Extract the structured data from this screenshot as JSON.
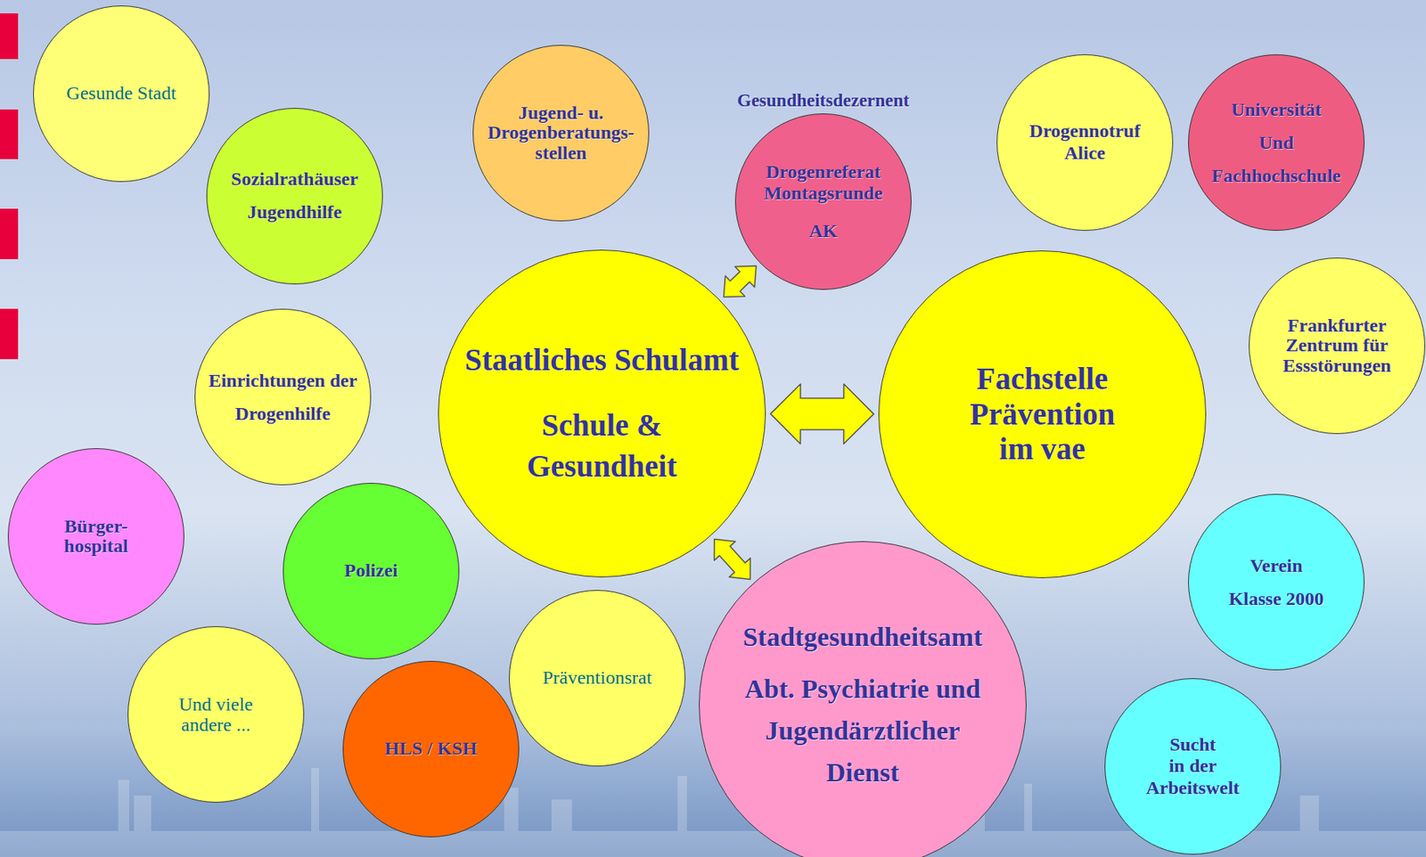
{
  "diagram": {
    "nodes": [
      {
        "text": [
          "Gesunde Stadt"
        ]
      },
      {
        "text": [
          "Jugend- u. Drogenberatungs- stellen"
        ]
      },
      {
        "text": [
          "Gesundheitsdezernent",
          "Drogenreferat Montagsrunde",
          "AK"
        ]
      },
      {
        "text": [
          "Drogennotruf Alice"
        ]
      },
      {
        "text": [
          "Universität Und Fachhochschule"
        ]
      },
      {
        "text": [
          "Sozialrathäuser",
          "Jugendhilfe"
        ]
      },
      {
        "text": [
          "Frankfurter Zentrum für Essstörungen"
        ]
      },
      {
        "text": [
          "Einrichtungen der Drogenhilfe"
        ]
      },
      {
        "text": [
          "Staatliches Schulamt",
          "Schule & Gesundheit"
        ]
      },
      {
        "text": [
          "Fachstelle Prävention im vae"
        ]
      },
      {
        "text": [
          "Bürger- hospital"
        ]
      },
      {
        "text": [
          "Polizei"
        ]
      },
      {
        "text": [
          "Verein Klasse 2000"
        ]
      },
      {
        "text": [
          "Präventionsrat"
        ]
      },
      {
        "text": [
          "Stadtgesundheitsamt",
          "Abt. Psychiatrie und Jugendärztlicher Dienst"
        ]
      },
      {
        "text": [
          "Und viele andere ..."
        ]
      },
      {
        "text": [
          "HLS / KSH"
        ]
      },
      {
        "text": [
          "Sucht in der Arbeitswelt"
        ]
      }
    ],
    "edges": [
      {
        "from": 8,
        "to": 2,
        "arrow": "both"
      },
      {
        "from": 8,
        "to": 9,
        "arrow": "both"
      },
      {
        "from": 8,
        "to": 14,
        "arrow": "both"
      }
    ]
  }
}
